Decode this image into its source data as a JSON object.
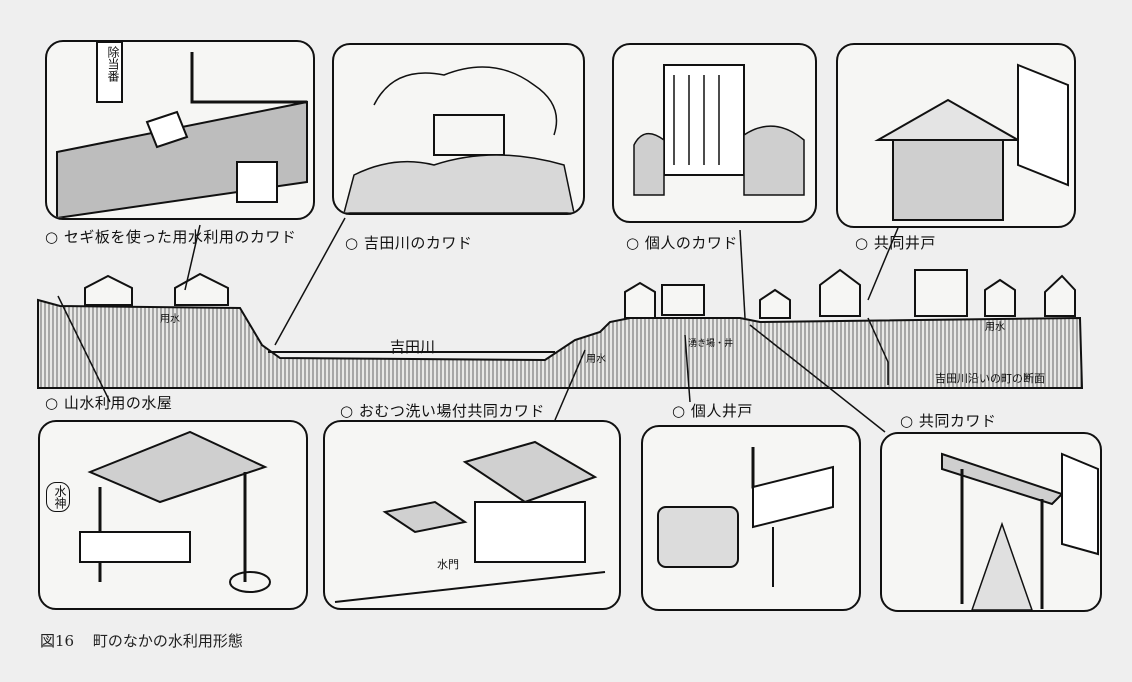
{
  "top_labels": [
    "○ セギ板を使った用水利用のカワド",
    "○ 吉田川のカワド",
    "○ 個人のカワド",
    "○ 共同井戸"
  ],
  "bottom_labels": [
    "○ 山水利用の水屋",
    "○ おむつ洗い場付共同カワド",
    "○ 個人井戸",
    "○ 共同カワド"
  ],
  "section": {
    "river": "吉田川",
    "yosui": "用水",
    "youshitou": "湧き場・井",
    "section_title": "吉田川沿いの町の断面"
  },
  "panel_texts": {
    "sign": "除当番",
    "suijin": "水神",
    "suimon": "水門"
  },
  "figure_caption": {
    "number": "図16",
    "title": "町のなかの水利用形態"
  },
  "icons": {
    "panels": [
      "channel-icon",
      "river-steps-icon",
      "stone-wall-icon",
      "well-roof-icon",
      "water-hut-icon",
      "laundry-shed-icon",
      "pump-well-icon",
      "covered-path-icon"
    ]
  }
}
